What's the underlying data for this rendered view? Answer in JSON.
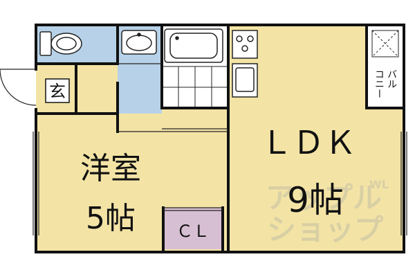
{
  "colors": {
    "floor": "#F3E4A6",
    "wet_area": "#B7D2E8",
    "closet": "#D7BFD3",
    "wall": "#111111",
    "background": "#FFFFFF",
    "watermark": "#D9CFA4"
  },
  "rooms": {
    "ldk": {
      "name": "ＬＤＫ",
      "size": "9帖"
    },
    "western_room": {
      "name_line1": "洋室",
      "size_line2": "5帖"
    },
    "closet": {
      "label": "ＣＬ"
    },
    "entrance": {
      "label": "玄"
    },
    "balcony": {
      "label_col1": "バル",
      "label_col2": "コニー"
    }
  },
  "watermark": {
    "line1": "アップル",
    "line2": "ショップ",
    "badge": "WL"
  },
  "fixtures": [
    "toilet-icon",
    "washbasin-icon",
    "bathtub-icon",
    "stove-icon",
    "kitchen-sink-icon"
  ]
}
